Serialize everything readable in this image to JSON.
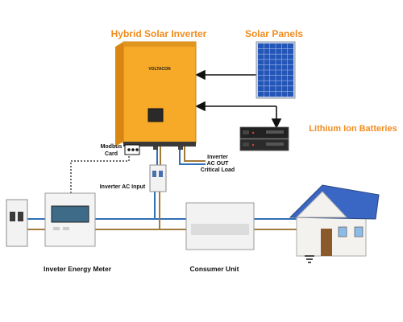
{
  "titles": {
    "inverter": "Hybrid Solar Inverter",
    "solar_panels": "Solar Panels",
    "batteries": "Lithium Ion  Batteries"
  },
  "inverter": {
    "brand": "VOLTACON"
  },
  "labels": {
    "modbus_line1": "Modbus",
    "modbus_line2": "Card",
    "ac_out_line1": "Inverter",
    "ac_out_line2": "AC OUT",
    "ac_out_line3": "Critical Load",
    "ac_input": "Inverter AC Input",
    "energy_meter": "Inveter Energy Meter",
    "consumer_unit": "Consumer  Unit"
  },
  "colors": {
    "inverter_body": "#f7a928",
    "title_orange": "#f28c1e",
    "wire_blue": "#2f6fb6",
    "wire_brown": "#a27a3a",
    "panel_blue": "#2456b8",
    "roof_blue": "#3a66c4"
  }
}
